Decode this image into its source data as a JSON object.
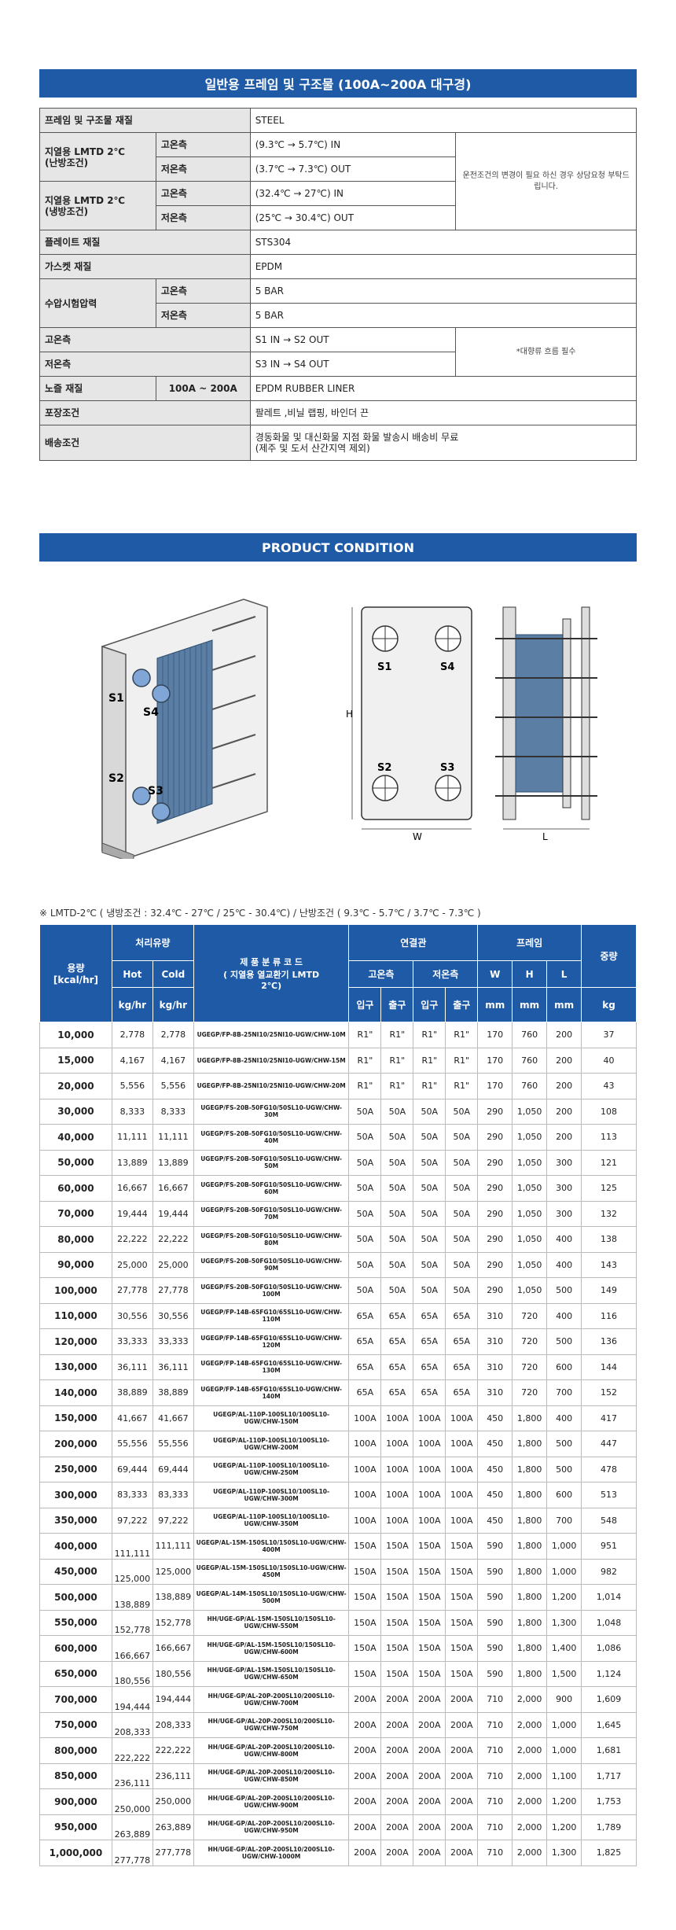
{
  "banner_spec": "일반용 프레임 및 구조물 (100A~200A 대구경)",
  "banner_product": "PRODUCT CONDITION",
  "spec": {
    "frame_label": "프레임 및 구조물 재질",
    "frame_value": "STEEL",
    "heat_label": "지열용 LMTD 2℃\n(난방조건)",
    "heat_hot_label": "고온측",
    "heat_hot_value": "(9.3℃ → 5.7℃) IN",
    "heat_cold_label": "저온측",
    "heat_cold_value": "(3.7℃ → 7.3℃) OUT",
    "cool_label": "지열용 LMTD 2℃\n(냉방조건)",
    "cool_hot_label": "고온측",
    "cool_hot_value": "(32.4℃ → 27℃) IN",
    "cool_cold_label": "저온측",
    "cool_cold_value": "(25℃ → 30.4℃) OUT",
    "cond_note": "운전조건의 변경이 필요 하신 경우 상담요청 부탁드립니다.",
    "plate_label": "플레이트 재질",
    "plate_value": "STS304",
    "gasket_label": "가스켓 재질",
    "gasket_value": "EPDM",
    "pressure_label": "수압시험압력",
    "pressure_hot_label": "고온측",
    "pressure_hot_value": "5 BAR",
    "pressure_cold_label": "저온측",
    "pressure_cold_value": "5 BAR",
    "hot_side_label": "고온측",
    "hot_side_value": "S1 IN → S2 OUT",
    "cold_side_label": "저온측",
    "cold_side_value": "S3 IN → S4 OUT",
    "flow_note": "*대향류 흐름 필수",
    "nozzle_label": "노즐 재질",
    "nozzle_range": "100A ~ 200A",
    "nozzle_value": "EPDM RUBBER LINER",
    "packing_label": "포장조건",
    "packing_value": "팔레트 ,비닐 랩핑, 바인더 끈",
    "shipping_label": "배송조건",
    "shipping_value": "경동화물 및 대신화물 지점 화물 발송시 배송비 무료\n(제주 및 도서 산간지역 제외)"
  },
  "figure": {
    "left_labels": [
      "S1",
      "S4",
      "S2",
      "S3"
    ],
    "right_labels": [
      "S1",
      "S4",
      "S2",
      "S3"
    ],
    "dim_h": "H",
    "dim_w": "W",
    "dim_l": "L"
  },
  "lmtd_note": "※ LMTD-2℃ ( 냉방조건 : 32.4℃ - 27℃  / 25℃ - 30.4℃) / 난방조건 ( 9.3℃ - 5.7℃ / 3.7℃ - 7.3℃ )",
  "table": {
    "headers": {
      "capacity": "용량\n[kcal/hr]",
      "flow": "처리유량",
      "hot": "Hot",
      "cold": "Cold",
      "kghr1": "kg/hr",
      "kghr2": "kg/hr",
      "code": "제 품 분 류 코 드\n( 지열용 열교환기 LMTD\n2℃)",
      "conn": "연결관",
      "conn_hot": "고온측",
      "conn_cold": "저온측",
      "in1": "입구",
      "out1": "출구",
      "in2": "입구",
      "out2": "출구",
      "frame": "프레임",
      "w": "W",
      "h": "H",
      "l": "L",
      "mm1": "mm",
      "mm2": "mm",
      "mm3": "mm",
      "weight": "중량",
      "kg": "kg"
    },
    "rows": [
      [
        "10,000",
        "2,778",
        "2,778",
        "UGEGP/FP-8B-25NI10/25NI10-UGW/CHW-10M",
        "R1\"",
        "R1\"",
        "R1\"",
        "R1\"",
        "170",
        "760",
        "200",
        "37"
      ],
      [
        "15,000",
        "4,167",
        "4,167",
        "UGEGP/FP-8B-25NI10/25NI10-UGW/CHW-15M",
        "R1\"",
        "R1\"",
        "R1\"",
        "R1\"",
        "170",
        "760",
        "200",
        "40"
      ],
      [
        "20,000",
        "5,556",
        "5,556",
        "UGEGP/FP-8B-25NI10/25NI10-UGW/CHW-20M",
        "R1\"",
        "R1\"",
        "R1\"",
        "R1\"",
        "170",
        "760",
        "200",
        "43"
      ],
      [
        "30,000",
        "8,333",
        "8,333",
        "UGEGP/FS-20B-50FG10/50SL10-UGW/CHW-30M",
        "50A",
        "50A",
        "50A",
        "50A",
        "290",
        "1,050",
        "200",
        "108"
      ],
      [
        "40,000",
        "11,111",
        "11,111",
        "UGEGP/FS-20B-50FG10/50SL10-UGW/CHW-40M",
        "50A",
        "50A",
        "50A",
        "50A",
        "290",
        "1,050",
        "200",
        "113"
      ],
      [
        "50,000",
        "13,889",
        "13,889",
        "UGEGP/FS-20B-50FG10/50SL10-UGW/CHW-50M",
        "50A",
        "50A",
        "50A",
        "50A",
        "290",
        "1,050",
        "300",
        "121"
      ],
      [
        "60,000",
        "16,667",
        "16,667",
        "UGEGP/FS-20B-50FG10/50SL10-UGW/CHW-60M",
        "50A",
        "50A",
        "50A",
        "50A",
        "290",
        "1,050",
        "300",
        "125"
      ],
      [
        "70,000",
        "19,444",
        "19,444",
        "UGEGP/FS-20B-50FG10/50SL10-UGW/CHW-70M",
        "50A",
        "50A",
        "50A",
        "50A",
        "290",
        "1,050",
        "300",
        "132"
      ],
      [
        "80,000",
        "22,222",
        "22,222",
        "UGEGP/FS-20B-50FG10/50SL10-UGW/CHW-80M",
        "50A",
        "50A",
        "50A",
        "50A",
        "290",
        "1,050",
        "400",
        "138"
      ],
      [
        "90,000",
        "25,000",
        "25,000",
        "UGEGP/FS-20B-50FG10/50SL10-UGW/CHW-90M",
        "50A",
        "50A",
        "50A",
        "50A",
        "290",
        "1,050",
        "400",
        "143"
      ],
      [
        "100,000",
        "27,778",
        "27,778",
        "UGEGP/FS-20B-50FG10/50SL10-UGW/CHW-100M",
        "50A",
        "50A",
        "50A",
        "50A",
        "290",
        "1,050",
        "500",
        "149"
      ],
      [
        "110,000",
        "30,556",
        "30,556",
        "UGEGP/FP-14B-65FG10/65SL10-UGW/CHW-110M",
        "65A",
        "65A",
        "65A",
        "65A",
        "310",
        "720",
        "400",
        "116"
      ],
      [
        "120,000",
        "33,333",
        "33,333",
        "UGEGP/FP-14B-65FG10/65SL10-UGW/CHW-120M",
        "65A",
        "65A",
        "65A",
        "65A",
        "310",
        "720",
        "500",
        "136"
      ],
      [
        "130,000",
        "36,111",
        "36,111",
        "UGEGP/FP-14B-65FG10/65SL10-UGW/CHW-130M",
        "65A",
        "65A",
        "65A",
        "65A",
        "310",
        "720",
        "600",
        "144"
      ],
      [
        "140,000",
        "38,889",
        "38,889",
        "UGEGP/FP-14B-65FG10/65SL10-UGW/CHW-140M",
        "65A",
        "65A",
        "65A",
        "65A",
        "310",
        "720",
        "700",
        "152"
      ],
      [
        "150,000",
        "41,667",
        "41,667",
        "UGEGP/AL-110P-100SL10/100SL10-UGW/CHW-150M",
        "100A",
        "100A",
        "100A",
        "100A",
        "450",
        "1,800",
        "400",
        "417"
      ],
      [
        "200,000",
        "55,556",
        "55,556",
        "UGEGP/AL-110P-100SL10/100SL10-UGW/CHW-200M",
        "100A",
        "100A",
        "100A",
        "100A",
        "450",
        "1,800",
        "500",
        "447"
      ],
      [
        "250,000",
        "69,444",
        "69,444",
        "UGEGP/AL-110P-100SL10/100SL10-UGW/CHW-250M",
        "100A",
        "100A",
        "100A",
        "100A",
        "450",
        "1,800",
        "500",
        "478"
      ],
      [
        "300,000",
        "83,333",
        "83,333",
        "UGEGP/AL-110P-100SL10/100SL10-UGW/CHW-300M",
        "100A",
        "100A",
        "100A",
        "100A",
        "450",
        "1,800",
        "600",
        "513"
      ],
      [
        "350,000",
        "97,222",
        "97,222",
        "UGEGP/AL-110P-100SL10/100SL10-UGW/CHW-350M",
        "100A",
        "100A",
        "100A",
        "100A",
        "450",
        "1,800",
        "700",
        "548"
      ],
      [
        "400,000",
        "111,111",
        "111,111",
        "UGEGP/AL-15M-150SL10/150SL10-UGW/CHW-400M",
        "150A",
        "150A",
        "150A",
        "150A",
        "590",
        "1,800",
        "1,000",
        "951"
      ],
      [
        "450,000",
        "125,000",
        "125,000",
        "UGEGP/AL-15M-150SL10/150SL10-UGW/CHW-450M",
        "150A",
        "150A",
        "150A",
        "150A",
        "590",
        "1,800",
        "1,000",
        "982"
      ],
      [
        "500,000",
        "138,889",
        "138,889",
        "UGEGP/AL-14M-150SL10/150SL10-UGW/CHW-500M",
        "150A",
        "150A",
        "150A",
        "150A",
        "590",
        "1,800",
        "1,200",
        "1,014"
      ],
      [
        "550,000",
        "152,778",
        "152,778",
        "HH/UGE-GP/AL-15M-150SL10/150SL10-UGW/CHW-550M",
        "150A",
        "150A",
        "150A",
        "150A",
        "590",
        "1,800",
        "1,300",
        "1,048"
      ],
      [
        "600,000",
        "166,667",
        "166,667",
        "HH/UGE-GP/AL-15M-150SL10/150SL10-UGW/CHW-600M",
        "150A",
        "150A",
        "150A",
        "150A",
        "590",
        "1,800",
        "1,400",
        "1,086"
      ],
      [
        "650,000",
        "180,556",
        "180,556",
        "HH/UGE-GP/AL-15M-150SL10/150SL10-UGW/CHW-650M",
        "150A",
        "150A",
        "150A",
        "150A",
        "590",
        "1,800",
        "1,500",
        "1,124"
      ],
      [
        "700,000",
        "194,444",
        "194,444",
        "HH/UGE-GP/AL-20P-200SL10/200SL10-UGW/CHW-700M",
        "200A",
        "200A",
        "200A",
        "200A",
        "710",
        "2,000",
        "900",
        "1,609"
      ],
      [
        "750,000",
        "208,333",
        "208,333",
        "HH/UGE-GP/AL-20P-200SL10/200SL10-UGW/CHW-750M",
        "200A",
        "200A",
        "200A",
        "200A",
        "710",
        "2,000",
        "1,000",
        "1,645"
      ],
      [
        "800,000",
        "222,222",
        "222,222",
        "HH/UGE-GP/AL-20P-200SL10/200SL10-UGW/CHW-800M",
        "200A",
        "200A",
        "200A",
        "200A",
        "710",
        "2,000",
        "1,000",
        "1,681"
      ],
      [
        "850,000",
        "236,111",
        "236,111",
        "HH/UGE-GP/AL-20P-200SL10/200SL10-UGW/CHW-850M",
        "200A",
        "200A",
        "200A",
        "200A",
        "710",
        "2,000",
        "1,100",
        "1,717"
      ],
      [
        "900,000",
        "250,000",
        "250,000",
        "HH/UGE-GP/AL-20P-200SL10/200SL10-UGW/CHW-900M",
        "200A",
        "200A",
        "200A",
        "200A",
        "710",
        "2,000",
        "1,200",
        "1,753"
      ],
      [
        "950,000",
        "263,889",
        "263,889",
        "HH/UGE-GP/AL-20P-200SL10/200SL10-UGW/CHW-950M",
        "200A",
        "200A",
        "200A",
        "200A",
        "710",
        "2,000",
        "1,200",
        "1,789"
      ],
      [
        "1,000,000",
        "277,778",
        "277,778",
        "HH/UGE-GP/AL-20P-200SL10/200SL10-UGW/CHW-1000M",
        "200A",
        "200A",
        "200A",
        "200A",
        "710",
        "2,000",
        "1,300",
        "1,825"
      ]
    ]
  }
}
